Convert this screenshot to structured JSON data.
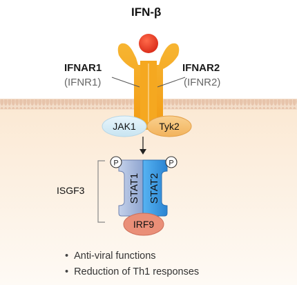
{
  "ligand": {
    "name": "IFN-β"
  },
  "receptors": {
    "left": {
      "name": "IFNAR1",
      "alias": "(IFNR1)"
    },
    "right": {
      "name": "IFNAR2",
      "alias": "(IFNR2)"
    }
  },
  "kinases": {
    "left": "JAK1",
    "right": "Tyk2"
  },
  "complex": {
    "label": "ISGF3",
    "stat_left": "STAT1",
    "stat_right": "STAT2",
    "phospho": "P",
    "irf": "IRF9"
  },
  "outcomes": [
    "Anti-viral functions",
    "Reduction of Th1 responses"
  ],
  "colors": {
    "membrane": "#e8c9b0",
    "cytoplasm": "#fbeedd",
    "receptor": "#f4a51c",
    "ligand": "#e23a24",
    "jak1": "#d9eef7",
    "tyk2": "#f6c37a",
    "stat1": "#a8b9d8",
    "stat2": "#3f9be0",
    "irf9": "#e9927c"
  }
}
